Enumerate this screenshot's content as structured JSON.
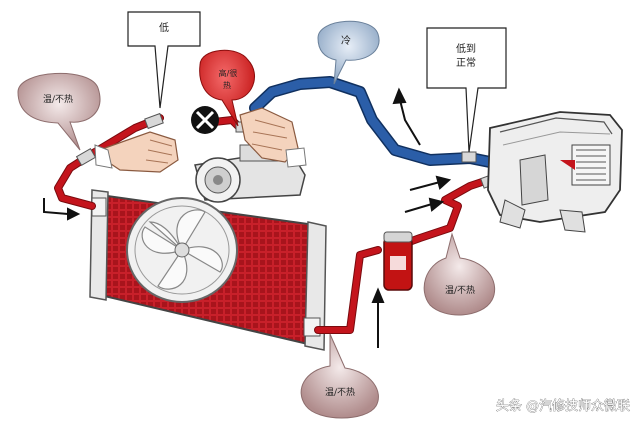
{
  "labels": {
    "low": "低",
    "high_line1": "高/很",
    "high_line2": "热",
    "cold": "冷",
    "low_to_normal_line1": "低到",
    "low_to_normal_line2": "正常",
    "warm_left": "温/不热",
    "warm_right": "温/不热",
    "warm_bottom": "温/不热"
  },
  "watermark": "头条 @汽修技师众微联",
  "colors": {
    "high_bubble": "#d91e1e",
    "cold_bubble": "#9aaec6",
    "warm_bubble": "#b89a9a",
    "hot_pipe": "#c4141c",
    "cold_pipe": "#1f4f96",
    "condenser": "#c8202a"
  }
}
